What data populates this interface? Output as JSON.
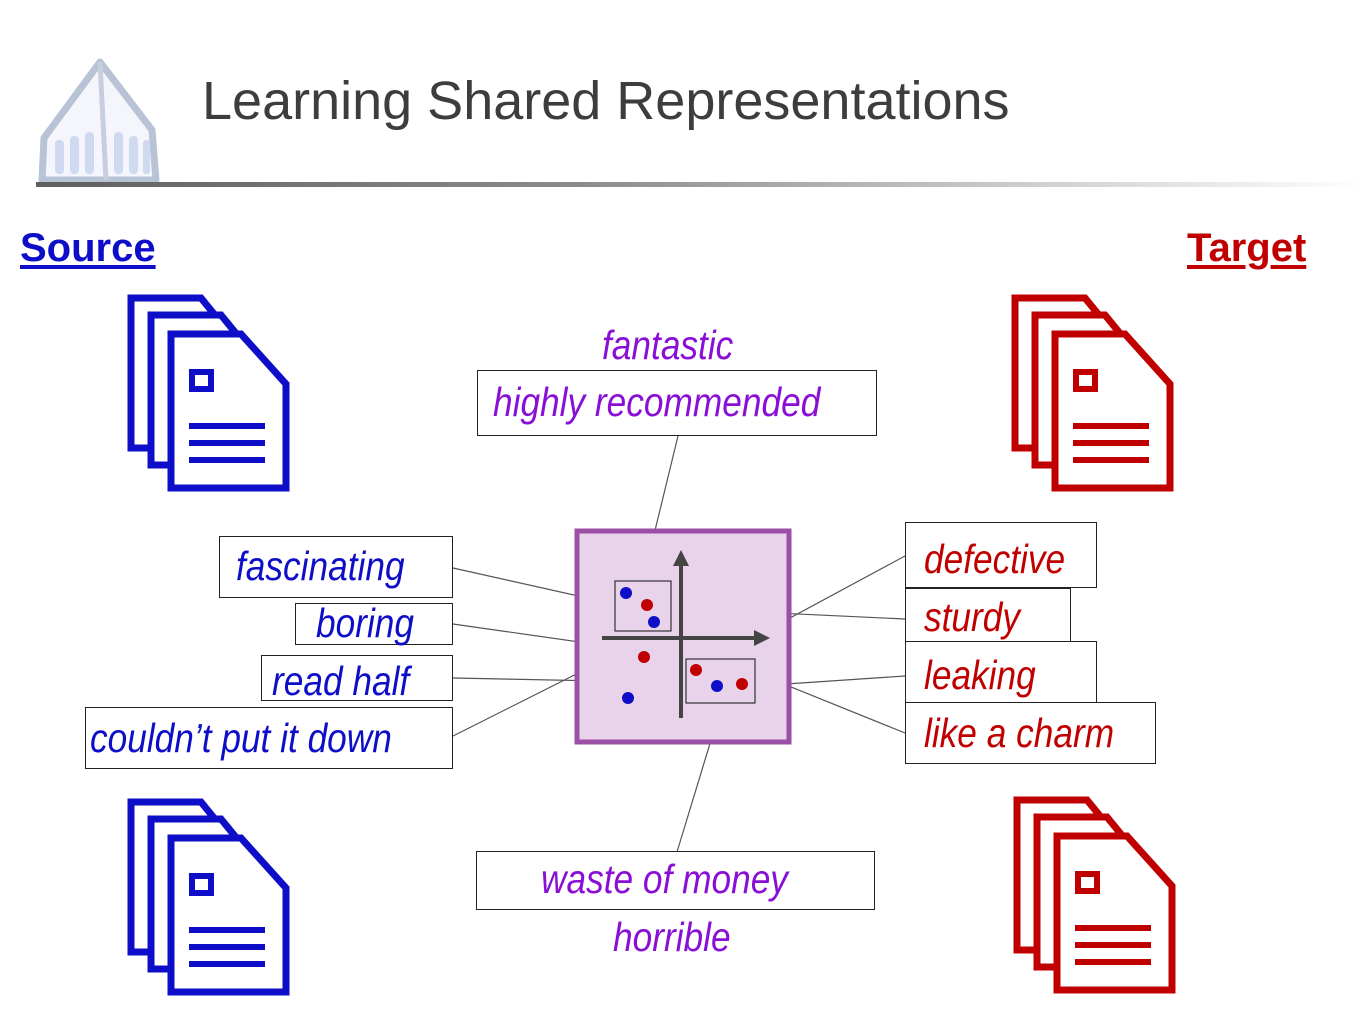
{
  "slide": {
    "title": "Learning Shared Representations",
    "source_label": "Source",
    "target_label": "Target"
  },
  "phrases": {
    "top_plain": "fantastic",
    "top_boxed": "highly recommended",
    "bottom_boxed": "waste of money",
    "bottom_plain": "horrible",
    "source": [
      "fascinating",
      "boring",
      "read half",
      "couldn’t put it down"
    ],
    "target": [
      "defective",
      "sturdy",
      "leaking",
      "like a charm"
    ]
  },
  "colors": {
    "source": "#0e0ec8",
    "target": "#c00000",
    "shared": "#8a0fd6",
    "panel_fill": "#e8d3ea",
    "panel_border": "#9b4fa6"
  },
  "icons": {
    "logo": "chapel-logo-icon",
    "document_stack": "document-stack-icon"
  }
}
